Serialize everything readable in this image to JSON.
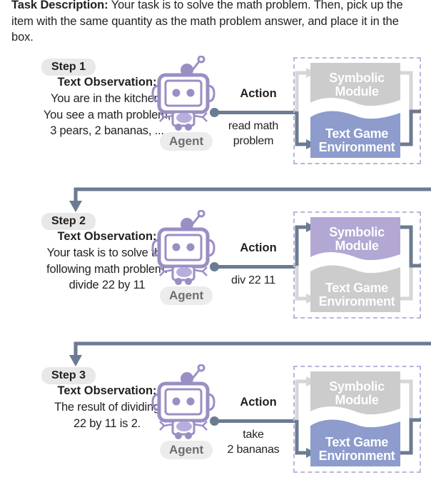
{
  "task": {
    "label": "Task Description:",
    "text": "Your task is to solve the math problem.   Then, pick up the item with the same quantity as the math problem answer, and place it in the box."
  },
  "colors": {
    "active_symbolic": "#b3a8d4",
    "active_environment": "#8d9ccd",
    "inactive_module": "#cccccc",
    "connector": "#6b7b92",
    "connector_inactive": "#d6d6d6",
    "dashed_border": "#b9b6dc",
    "robot_purple": "#9b8ec4",
    "pill_bg": "#e8e8e8"
  },
  "labels": {
    "observation_title": "Text Observation:",
    "action_title": "Action",
    "agent_name": "Agent",
    "symbolic_module": "Symbolic\nModule",
    "symbolic_module_line1": "Symbolic",
    "symbolic_module_line2": "Module",
    "text_game_line1": "Text Game",
    "text_game_line2": "Environment"
  },
  "steps": [
    {
      "pill": "Step 1",
      "observation_title": "Text Observation:",
      "observation": "You are in the kitchen.\nYou see a math problem,\n3 pears, 2 bananas, ...",
      "action_title": "Action",
      "action": "read math\nproblem",
      "agent_name": "Agent",
      "active_module": "environment",
      "symbolic_active": false,
      "environment_active": true
    },
    {
      "pill": "Step 2",
      "observation_title": "Text Observation:",
      "observation": "Your task is to solve the\nfollowing math problem:\ndivide 22 by 11",
      "action_title": "Action",
      "action": "div 22 11",
      "agent_name": "Agent",
      "active_module": "symbolic",
      "symbolic_active": true,
      "environment_active": false
    },
    {
      "pill": "Step 3",
      "observation_title": "Text Observation:",
      "observation": "The result of dividing\n22 by 11 is 2.",
      "action_title": "Action",
      "action": "take\n2 bananas",
      "agent_name": "Agent",
      "active_module": "environment",
      "symbolic_active": false,
      "environment_active": true
    }
  ]
}
